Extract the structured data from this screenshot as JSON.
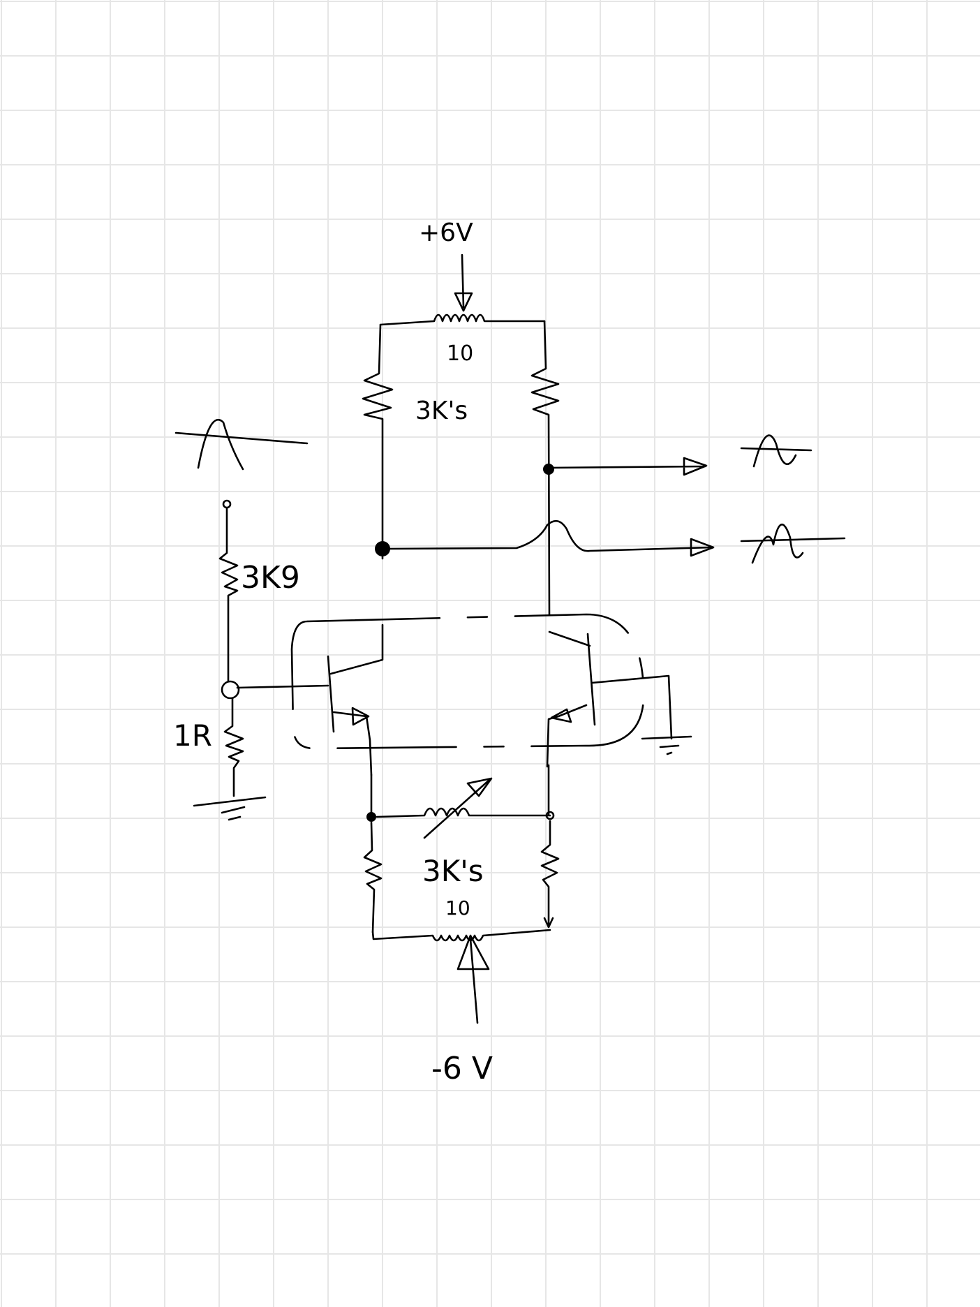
{
  "labels": {
    "vcc": "+6V",
    "vee": "-6 V",
    "pot_top": "10",
    "collector_resistors": "3K's",
    "emitter_resistors": "3K's",
    "pot_bottom": "10",
    "input_resistor": "3K9",
    "bias_resistor": "1R"
  },
  "icons": {
    "input_signal": "sine-wave-icon",
    "output_signal_top": "sine-wave-icon",
    "output_signal_bottom": "inverted-sine-wave-icon",
    "ground": "ground-icon"
  }
}
